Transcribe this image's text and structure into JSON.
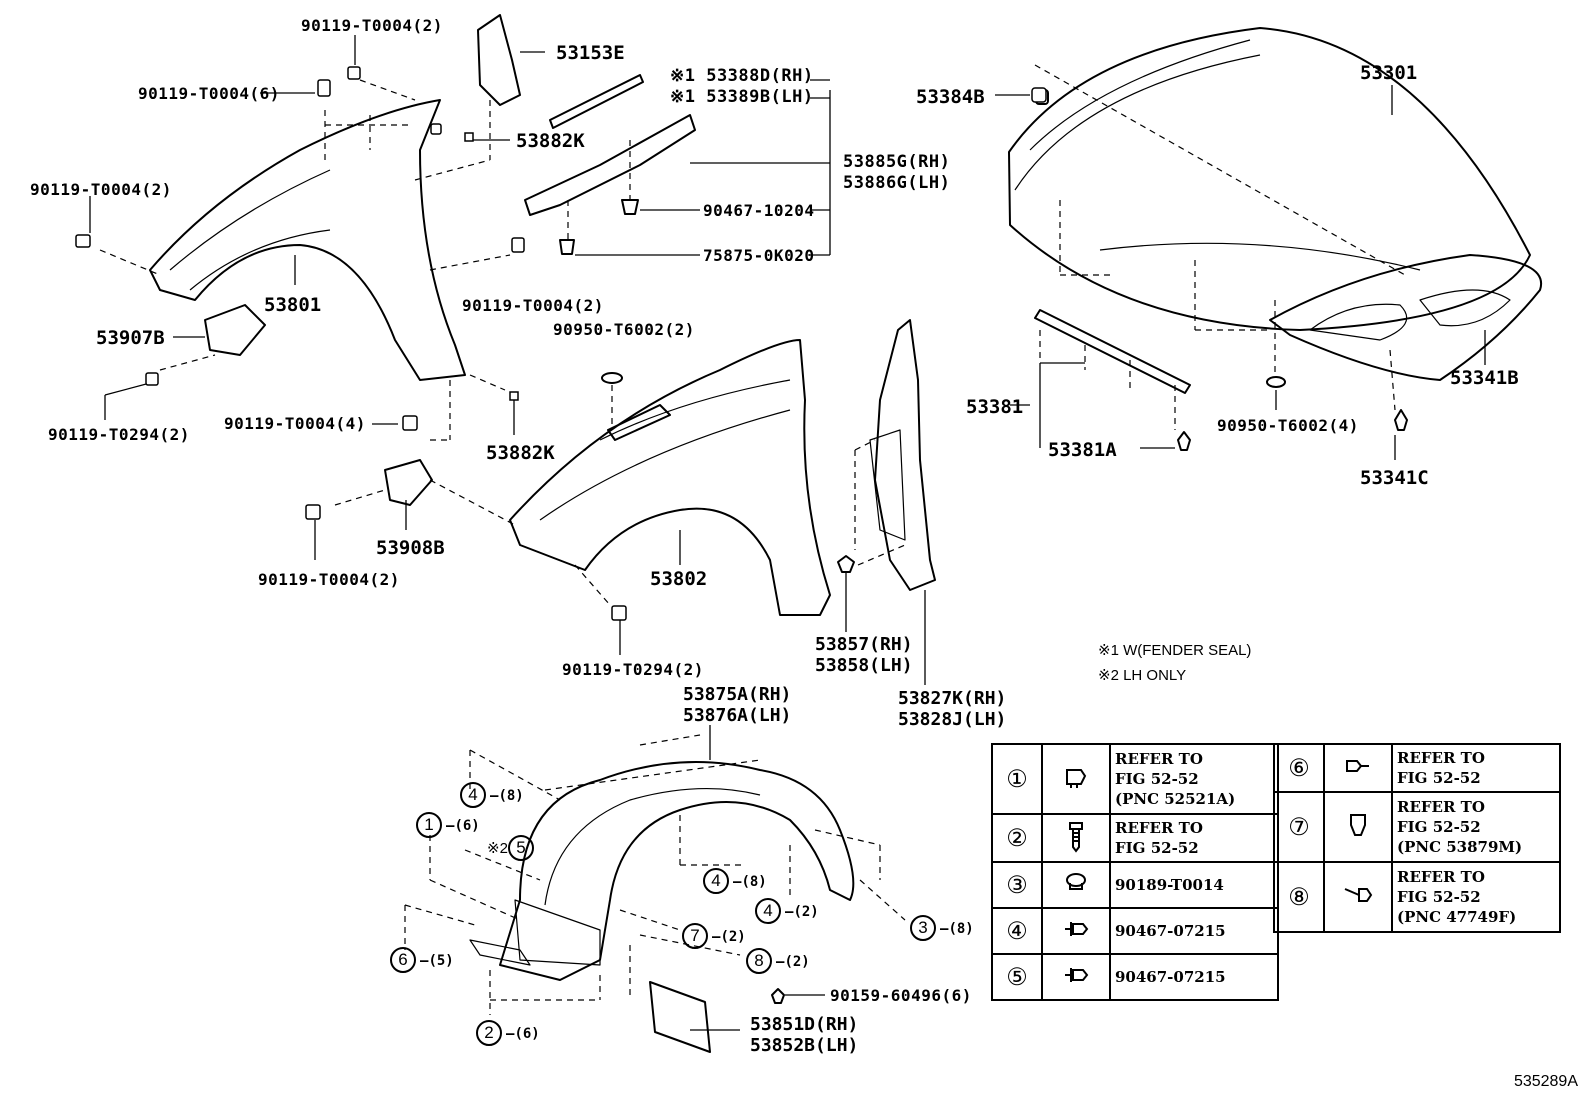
{
  "labels": {
    "fender_bolt_top": "90119-T0004(2)",
    "fender_bolt_left6": "90119-T0004(6)",
    "fender_bolt_left2": "90119-T0004(2)",
    "bracket_53153": "53153E",
    "clip_53882k_top": "53882K",
    "seal_note_1a": "※1 53388D(RH)",
    "seal_note_1b": "※1 53389B(LH)",
    "seal_53885": "53885G(RH)",
    "seal_53886": "53886G(LH)",
    "clip_90467": "90467-10204",
    "clip_75875": "75875-0K020",
    "fender_lh": "53801",
    "bracket_53907": "53907B",
    "bolt_90119_mid": "90119-T0004(2)",
    "bolt_t0294_left": "90119-T0294(2)",
    "bolt_t0004_4": "90119-T0004(4)",
    "clip_53882k_bottom": "53882K",
    "plug_90950_a": "90950-T6002(2)",
    "bracket_53908": "53908B",
    "bolt_t0004_bottom": "90119-T0004(2)",
    "fender_rh": "53802",
    "bolt_t0294_bottom": "90119-T0294(2)",
    "stopper_53857": "53857(RH)",
    "stopper_53858": "53858(LH)",
    "panel_53827": "53827K(RH)",
    "panel_53828": "53828J(LH)",
    "hood_bumper": "53384B",
    "hood": "53301",
    "hood_insulator": "53341B",
    "seal_53381": "53381",
    "seal_53381a": "53381A",
    "plug_90950_b": "90950-T6002(4)",
    "clip_53341c": "53341C",
    "liner_rh": "53875A(RH)",
    "liner_lh": "53876A(LH)",
    "screw_90159": "90159-60496(6)",
    "mudguard_rh": "53851D(RH)",
    "mudguard_lh": "53852B(LH)",
    "diagram_code": "535289A"
  },
  "notes": [
    "※1 W(FENDER SEAL)",
    "※2 LH ONLY"
  ],
  "callouts": [
    {
      "num": "4",
      "qty": "(8)",
      "prefix": ""
    },
    {
      "num": "1",
      "qty": "(6)",
      "prefix": ""
    },
    {
      "num": "5",
      "qty": "",
      "prefix": "※2"
    },
    {
      "num": "4",
      "qty": "(8)",
      "prefix": ""
    },
    {
      "num": "4",
      "qty": "(2)",
      "prefix": ""
    },
    {
      "num": "7",
      "qty": "(2)",
      "prefix": ""
    },
    {
      "num": "8",
      "qty": "(2)",
      "prefix": ""
    },
    {
      "num": "3",
      "qty": "(8)",
      "prefix": ""
    },
    {
      "num": "6",
      "qty": "(5)",
      "prefix": ""
    },
    {
      "num": "2",
      "qty": "(6)",
      "prefix": ""
    }
  ],
  "legend_left": [
    {
      "num": "①",
      "icon": "clip-icon",
      "lines": [
        "REFER TO",
        "FIG 52-52",
        "(PNC 52521A)"
      ]
    },
    {
      "num": "②",
      "icon": "screw-icon",
      "lines": [
        "REFER TO",
        "FIG 52-52"
      ]
    },
    {
      "num": "③",
      "icon": "grommet-icon",
      "lines": [
        "90189-T0014"
      ]
    },
    {
      "num": "④",
      "icon": "clip-icon",
      "lines": [
        "90467-07215"
      ]
    },
    {
      "num": "⑤",
      "icon": "clip-icon",
      "lines": [
        "90467-07215"
      ]
    }
  ],
  "legend_right": [
    {
      "num": "⑥",
      "icon": "clip-icon",
      "lines": [
        "REFER TO",
        "FIG 52-52"
      ]
    },
    {
      "num": "⑦",
      "icon": "clip-icon",
      "lines": [
        "REFER TO",
        "FIG 52-52",
        "(PNC 53879M)"
      ]
    },
    {
      "num": "⑧",
      "icon": "screw-icon",
      "lines": [
        "REFER TO",
        "FIG 52-52",
        "(PNC 47749F)"
      ]
    }
  ]
}
